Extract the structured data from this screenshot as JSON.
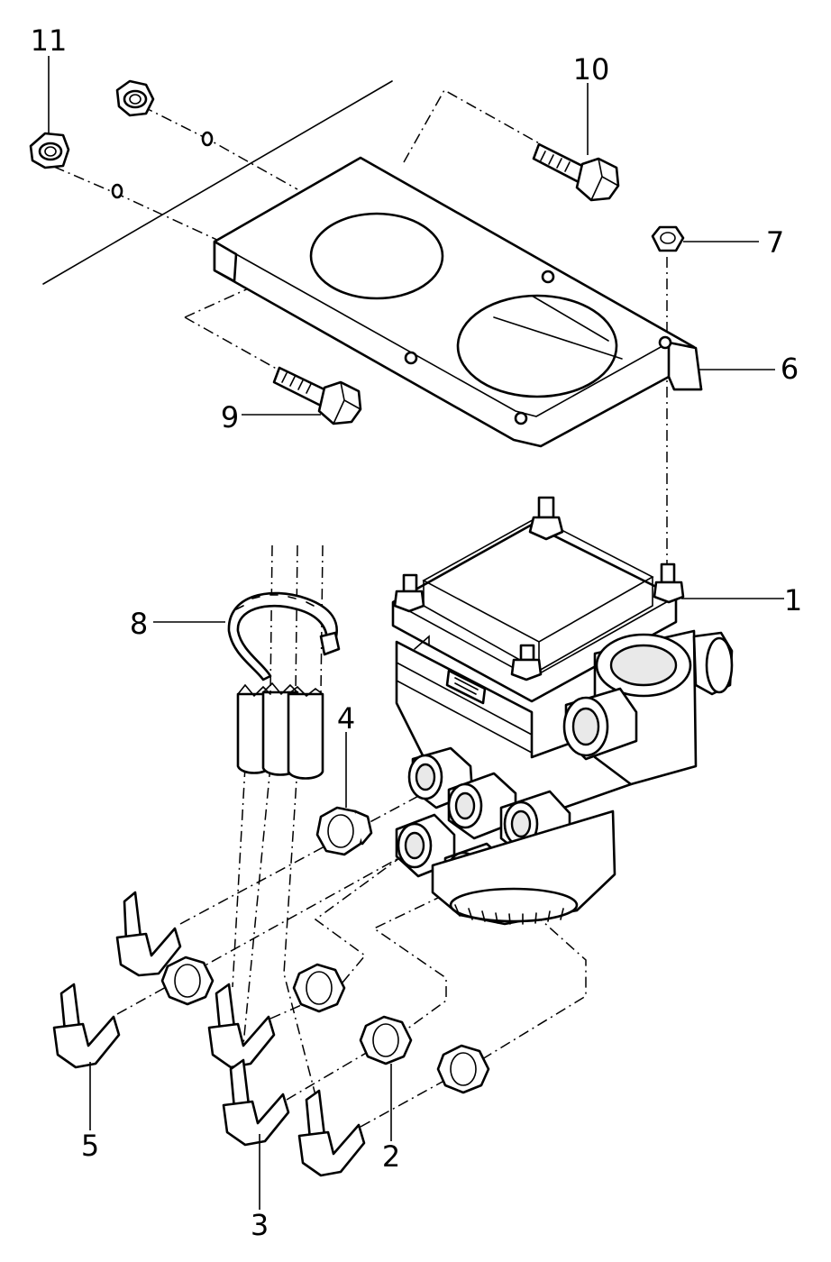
{
  "diagram": {
    "callouts": {
      "c1": "1",
      "c2": "2",
      "c3": "3",
      "c4": "4",
      "c5": "5",
      "c6": "6",
      "c7": "7",
      "c8": "8",
      "c9": "9",
      "c10": "10",
      "c11": "11"
    }
  },
  "colors": {
    "line": "#000000",
    "background": "#ffffff",
    "shade": "#e9e9e9"
  }
}
